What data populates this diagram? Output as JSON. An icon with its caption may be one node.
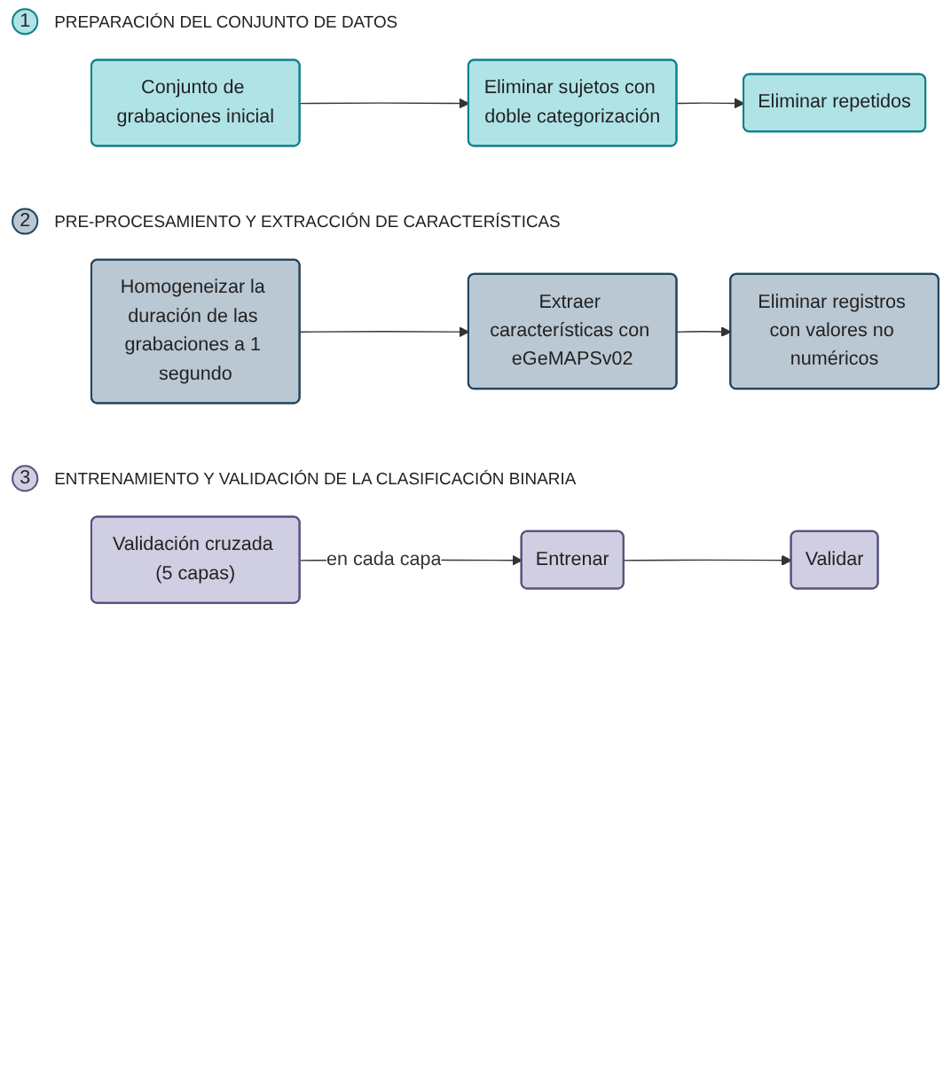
{
  "diagram": {
    "nodes": [
      {
        "text": [
          "1"
        ],
        "beside": [
          "PREPARACIÓN DEL CONJUNTO DE DATOS"
        ]
      },
      {
        "text": [
          "Conjunto de grabaciones inicial"
        ]
      },
      {
        "text": [
          "Eliminar sujetos con doble categorización"
        ]
      },
      {
        "text": [
          "Eliminar repetidos"
        ]
      },
      {
        "text": [
          "2"
        ],
        "beside": [
          "PRE-PROCESAMIENTO Y EXTRACCIÓN DE CARACTERÍSTICAS"
        ]
      },
      {
        "text": [
          "Homogeneizar la duración de las grabaciones a 1 segundo"
        ]
      },
      {
        "text": [
          "Extraer características con eGeMAPSv02"
        ]
      },
      {
        "text": [
          "Eliminar registros con valores no numéricos"
        ]
      },
      {
        "text": [
          "3"
        ],
        "beside": [
          "ENTRENAMIENTO Y VALIDACIÓN DE LA CLASIFICACIÓN BINARIA"
        ]
      },
      {
        "text": [
          "Validación cruzada (5 capas)"
        ]
      },
      {
        "text": [
          "Entrenar"
        ]
      },
      {
        "text": [
          "Validar"
        ]
      }
    ],
    "edges": [
      {
        "from": 1,
        "to": 2,
        "arrow": "to"
      },
      {
        "from": 2,
        "to": 3,
        "arrow": "to"
      },
      {
        "from": 5,
        "to": 6,
        "arrow": "to"
      },
      {
        "from": 6,
        "to": 7,
        "arrow": "to"
      },
      {
        "from": 9,
        "to": 10,
        "label": "en cada capa",
        "arrow": "to"
      },
      {
        "from": 10,
        "to": 11,
        "arrow": "to"
      }
    ]
  }
}
